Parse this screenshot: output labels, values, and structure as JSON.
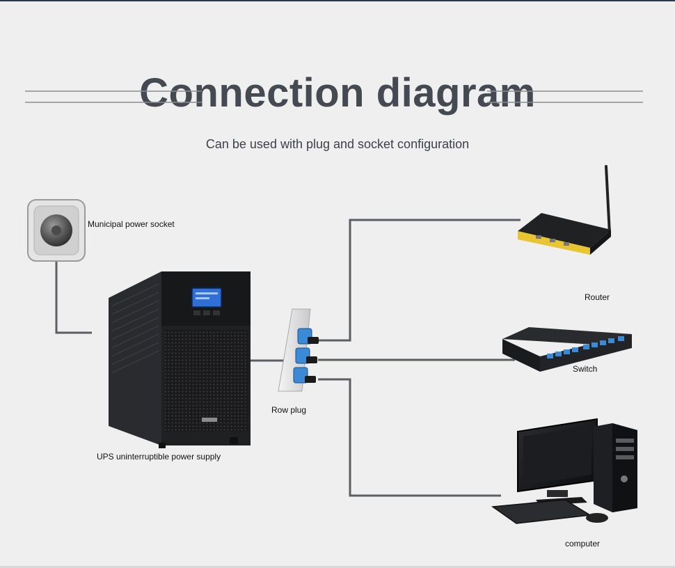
{
  "title": "Connection diagram",
  "subtitle": "Can be used with plug and socket configuration",
  "labels": {
    "socket": "Municipal power socket",
    "ups": "UPS uninterruptible power supply",
    "row_plug": "Row plug",
    "router": "Router",
    "switch": "Switch",
    "computer": "computer"
  },
  "colors": {
    "background": "#efefef",
    "title": "#454a52",
    "line": "#5b5e62",
    "device_dark": "#1c1d1f",
    "router_accent": "#e8c531",
    "ups_screen": "#2f6fd6"
  }
}
